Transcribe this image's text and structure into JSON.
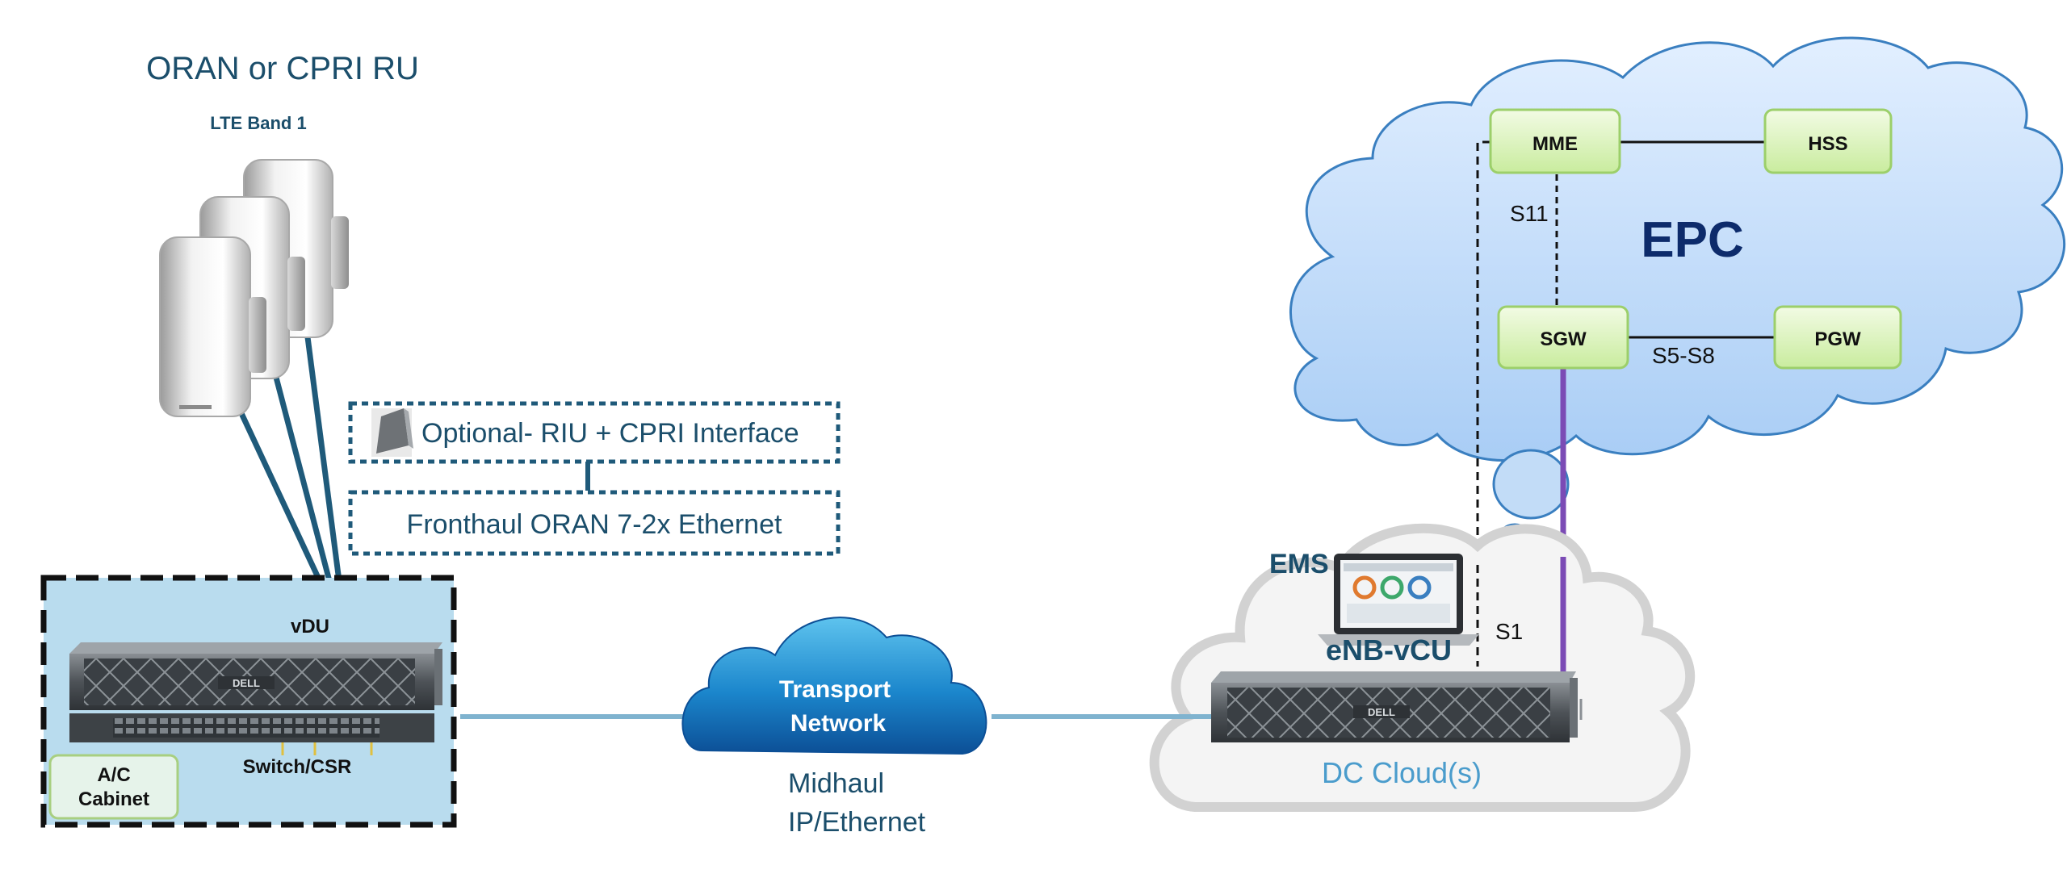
{
  "ru": {
    "title": "ORAN or CPRI RU",
    "subtitle": "LTE Band 1"
  },
  "fronthaul": {
    "riu_label": "Optional- RIU + CPRI Interface",
    "oran_label": "Fronthaul ORAN 7-2x Ethernet"
  },
  "cell_site": {
    "vdu_label": "vDU",
    "switch_label": "Switch/CSR",
    "cabinet_line1": "A/C",
    "cabinet_line2": "Cabinet",
    "server_brand": "DELL"
  },
  "transport": {
    "cloud_line1": "Transport",
    "cloud_line2": "Network",
    "midhaul_line1": "Midhaul",
    "midhaul_line2": "IP/Ethernet"
  },
  "dc": {
    "ems_label": "EMS",
    "vcu_label": "eNB-vCU",
    "cloud_label": "DC Cloud(s)",
    "s1_label": "S1",
    "server_brand": "DELL"
  },
  "epc": {
    "title": "EPC",
    "nodes": {
      "mme": "MME",
      "hss": "HSS",
      "sgw": "SGW",
      "pgw": "PGW"
    },
    "s11_label": "S11",
    "s5s8_label": "S5-S8"
  },
  "colors": {
    "title_blue": "#1b4e6b",
    "epc_title": "#0d2b6b",
    "link_teal": "#1f5a7a",
    "midhaul_line": "#7fb3cf",
    "epc_cloud_fill": "#c2dcf7",
    "epc_cloud_stroke": "#3a7fc0",
    "node_fill": "#dff5c2",
    "node_stroke": "#9ccf6a",
    "dc_cloud_fill": "#f4f4f4",
    "dc_cloud_stroke": "#d2d2d2",
    "site_fill": "#b9dcee",
    "s1_purple": "#7b4bb5",
    "dc_label": "#4a9ccc"
  }
}
